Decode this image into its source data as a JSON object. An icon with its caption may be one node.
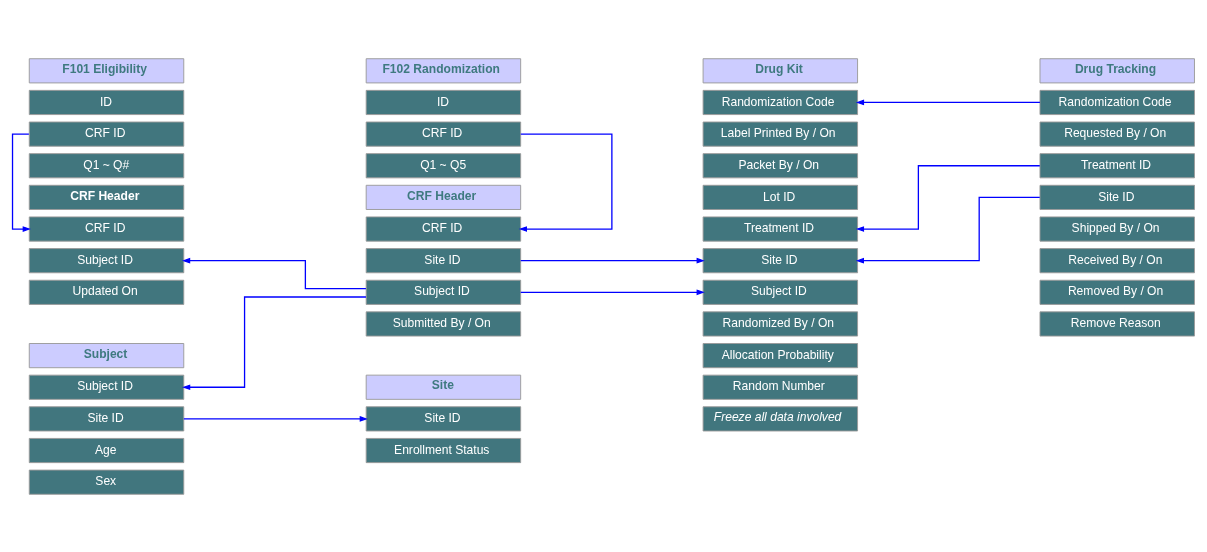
{
  "diagram": {
    "nodes": [
      {
        "text": [
          "F101 Eligibility"
        ]
      },
      {
        "text": [
          "ID"
        ]
      },
      {
        "text": [
          "CRF ID"
        ]
      },
      {
        "text": [
          "Q1 ~ Q#"
        ]
      },
      {
        "text": [
          "CRF Header"
        ]
      },
      {
        "text": [
          "CRF ID"
        ]
      },
      {
        "text": [
          "Subject ID"
        ]
      },
      {
        "text": [
          "Updated On"
        ]
      },
      {
        "text": [
          "Subject"
        ]
      },
      {
        "text": [
          "Subject ID"
        ]
      },
      {
        "text": [
          "Site ID"
        ]
      },
      {
        "text": [
          "Age"
        ]
      },
      {
        "text": [
          "Sex"
        ]
      },
      {
        "text": [
          "F102 Randomization"
        ]
      },
      {
        "text": [
          "ID"
        ]
      },
      {
        "text": [
          "CRF ID"
        ]
      },
      {
        "text": [
          "Q1 ~ Q5"
        ]
      },
      {
        "text": [
          "CRF Header"
        ]
      },
      {
        "text": [
          "CRF ID"
        ]
      },
      {
        "text": [
          "Site ID"
        ]
      },
      {
        "text": [
          "Subject ID"
        ]
      },
      {
        "text": [
          "Submitted By / On"
        ]
      },
      {
        "text": [
          "Site"
        ]
      },
      {
        "text": [
          "Site ID"
        ]
      },
      {
        "text": [
          "Enrollment Status"
        ]
      },
      {
        "text": [
          "Drug Kit"
        ]
      },
      {
        "text": [
          "Randomization Code"
        ]
      },
      {
        "text": [
          "Label Printed By / On"
        ]
      },
      {
        "text": [
          "Packet By / On"
        ]
      },
      {
        "text": [
          "Lot ID"
        ]
      },
      {
        "text": [
          "Treatment ID"
        ]
      },
      {
        "text": [
          "Site ID"
        ]
      },
      {
        "text": [
          "Subject ID"
        ]
      },
      {
        "text": [
          "Randomized By / On"
        ]
      },
      {
        "text": [
          "Allocation Probability"
        ]
      },
      {
        "text": [
          "Random Number"
        ]
      },
      {
        "text": [
          "Freeze all data involved"
        ]
      },
      {
        "text": [
          "Drug Tracking"
        ]
      },
      {
        "text": [
          "Randomization Code"
        ]
      },
      {
        "text": [
          "Requested By / On"
        ]
      },
      {
        "text": [
          "Treatment ID"
        ]
      },
      {
        "text": [
          "Site ID"
        ]
      },
      {
        "text": [
          "Shipped By / On"
        ]
      },
      {
        "text": [
          "Received By / On"
        ]
      },
      {
        "text": [
          "Removed By / On"
        ]
      },
      {
        "text": [
          "Remove Reason"
        ]
      }
    ],
    "edges": [
      {
        "from": 2,
        "to": 5,
        "arrow": "to"
      },
      {
        "from": 15,
        "to": 18,
        "arrow": "to"
      },
      {
        "from": 20,
        "to": 6,
        "arrow": "to"
      },
      {
        "from": 20,
        "to": 9,
        "arrow": "to"
      },
      {
        "from": 19,
        "to": 31,
        "arrow": "to"
      },
      {
        "from": 20,
        "to": 32,
        "arrow": "to"
      },
      {
        "from": 10,
        "to": 23,
        "arrow": "to"
      },
      {
        "from": 38,
        "to": 26,
        "arrow": "to"
      },
      {
        "from": 40,
        "to": 30,
        "arrow": "to"
      },
      {
        "from": 41,
        "to": 31,
        "arrow": "to"
      }
    ]
  }
}
